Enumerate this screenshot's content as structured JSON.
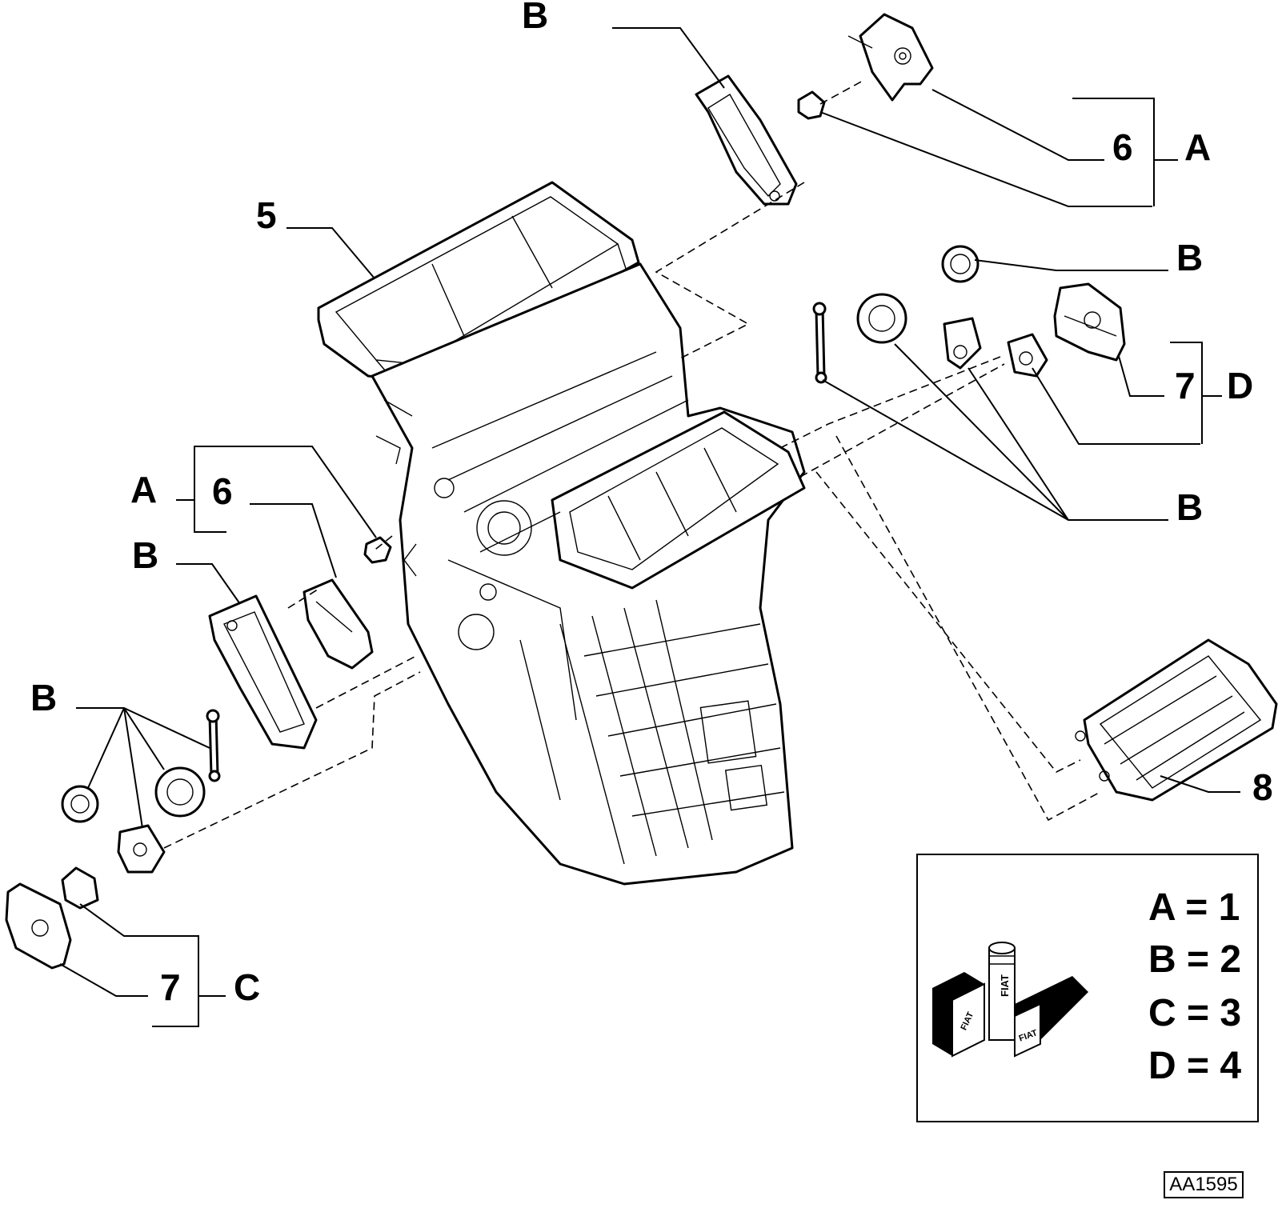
{
  "callouts": [
    {
      "id": "b-top",
      "text": "B"
    },
    {
      "id": "six-top",
      "text": "6"
    },
    {
      "id": "a-top",
      "text": "A"
    },
    {
      "id": "five",
      "text": "5"
    },
    {
      "id": "b-right-top",
      "text": "B"
    },
    {
      "id": "seven-right",
      "text": "7"
    },
    {
      "id": "d-right",
      "text": "D"
    },
    {
      "id": "b-right-mid",
      "text": "B"
    },
    {
      "id": "a-left",
      "text": "A"
    },
    {
      "id": "six-left",
      "text": "6"
    },
    {
      "id": "b-left-upper",
      "text": "B"
    },
    {
      "id": "b-left-lower",
      "text": "B"
    },
    {
      "id": "seven-left",
      "text": "7"
    },
    {
      "id": "c-left",
      "text": "C"
    },
    {
      "id": "eight",
      "text": "8"
    }
  ],
  "legend": {
    "rows": [
      "A = 1",
      "B = 2",
      "C = 3",
      "D = 4"
    ],
    "logo_text": "FIAT"
  },
  "reference_code": "AA1595"
}
